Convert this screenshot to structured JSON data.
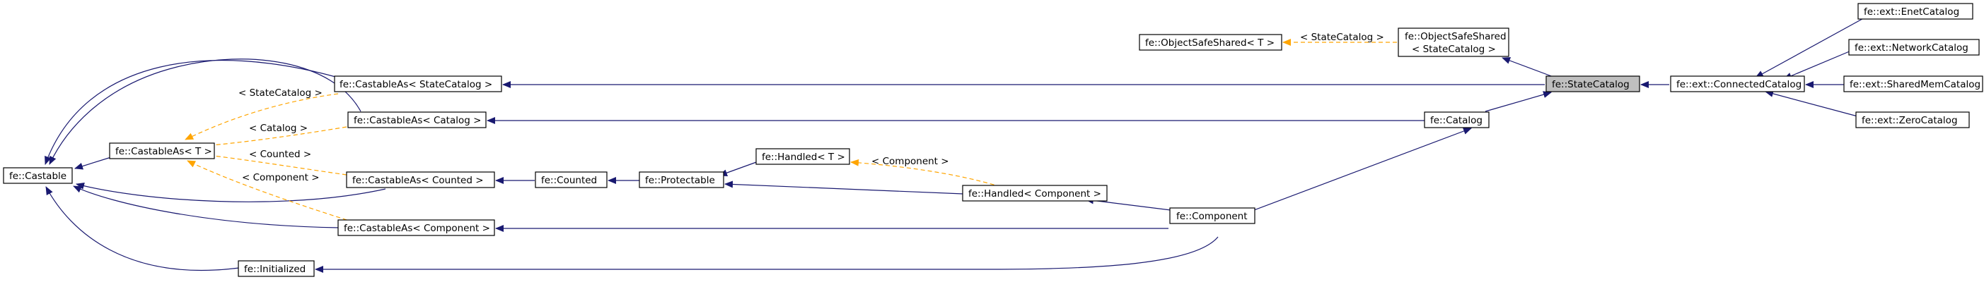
{
  "nodes": {
    "castable": [
      "fe::Castable"
    ],
    "castable_as_t": [
      "fe::CastableAs< T >"
    ],
    "castable_as_state_catalog": [
      "fe::CastableAs< StateCatalog >"
    ],
    "castable_as_catalog": [
      "fe::CastableAs< Catalog >"
    ],
    "castable_as_counted": [
      "fe::CastableAs< Counted >"
    ],
    "castable_as_component": [
      "fe::CastableAs< Component >"
    ],
    "initialized": [
      "fe::Initialized"
    ],
    "counted": [
      "fe::Counted"
    ],
    "protectable": [
      "fe::Protectable"
    ],
    "handled_t": [
      "fe::Handled< T >"
    ],
    "handled_component": [
      "fe::Handled< Component >"
    ],
    "component": [
      "fe::Component"
    ],
    "catalog": [
      "fe::Catalog"
    ],
    "object_safe_shared_t": [
      "fe::ObjectSafeShared< T >"
    ],
    "object_safe_shared_state_catalog": [
      "fe::ObjectSafeShared",
      "< StateCatalog >"
    ],
    "state_catalog": [
      "fe::StateCatalog"
    ],
    "connected_catalog": [
      "fe::ext::ConnectedCatalog"
    ],
    "enet_catalog": [
      "fe::ext::EnetCatalog"
    ],
    "network_catalog": [
      "fe::ext::NetworkCatalog"
    ],
    "shared_mem_catalog": [
      "fe::ext::SharedMemCatalog"
    ],
    "zero_catalog": [
      "fe::ext::ZeroCatalog"
    ]
  },
  "edge_labels": {
    "state_catalog": "< StateCatalog >",
    "catalog": "< Catalog >",
    "counted": "< Counted >",
    "component": "< Component >",
    "handled_component": "< Component >",
    "object_safe_shared": "< StateCatalog >"
  },
  "colors": {
    "inheritance_edge": "#191970",
    "template_edge": "#ffa500",
    "highlighted_node": "#bfbfbf"
  }
}
